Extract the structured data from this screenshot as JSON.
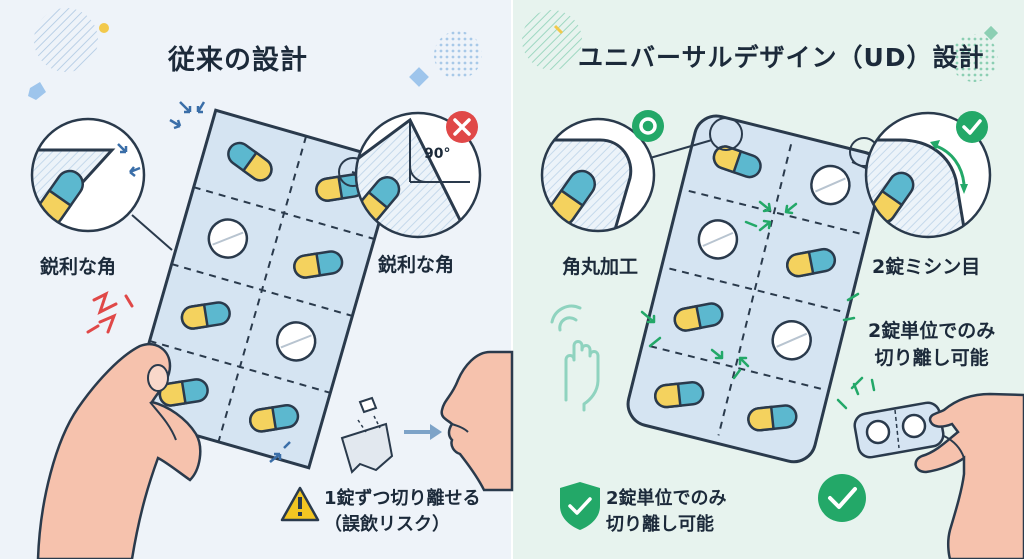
{
  "left": {
    "title": "従来の設計",
    "label_corner_left": "鋭利な角",
    "label_corner_right": "鋭利な角",
    "angle_label": "90°",
    "warning_line1": "1錠ずつ切り離せる",
    "warning_line2": "（誤飲リスク）"
  },
  "right": {
    "title": "ユニバーサルデザイン（UD）設計",
    "label_rounded": "角丸加工",
    "label_perforation": "2錠ミシン目",
    "label_unit_line1": "2錠単位でのみ",
    "label_unit_line2": "切り離し可能",
    "note_line1": "2錠単位でのみ",
    "note_line2": "切り離し可能"
  },
  "colors": {
    "left_bg": "#eef3f9",
    "right_bg": "#e7f3ee",
    "danger": "#e04848",
    "ok": "#23a868",
    "warning": "#f3c622",
    "capsule_blue": "#5cb8cf",
    "capsule_yellow": "#f4d25e",
    "blister": "#d5e4f2",
    "skin": "#f6c2ad"
  },
  "icons": [
    "cross-icon",
    "check-icon",
    "circle-ok-icon",
    "warning-icon",
    "shield-check-icon",
    "hand-touch-icon",
    "arrow-right-icon"
  ]
}
